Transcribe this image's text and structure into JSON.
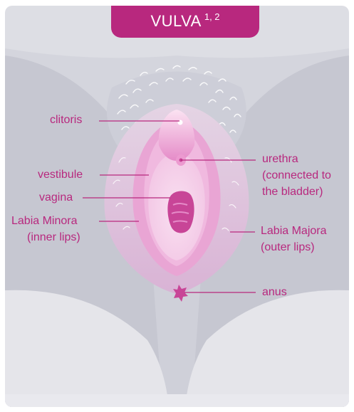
{
  "title": {
    "text": "VULVA",
    "superscript": "1, 2"
  },
  "labels": {
    "clitoris": "clitoris",
    "vestibule": "vestibule",
    "vagina": "vagina",
    "labia_minora_1": "Labia Minora",
    "labia_minora_2": "(inner lips)",
    "urethra_1": "urethra",
    "urethra_2": "(connected to",
    "urethra_3": "the bladder)",
    "labia_majora_1": "Labia Majora",
    "labia_majora_2": "(outer lips)",
    "anus": "anus"
  },
  "colors": {
    "accent": "#b8287e",
    "card_background": "#dddee4",
    "skin_gray": "#c7c8d2",
    "labia_majora": "#dcb9d8",
    "labia_minora": "#e8a4d3",
    "vestibule": "#f7d7ec",
    "vaginal_opening": "#c84597"
  }
}
